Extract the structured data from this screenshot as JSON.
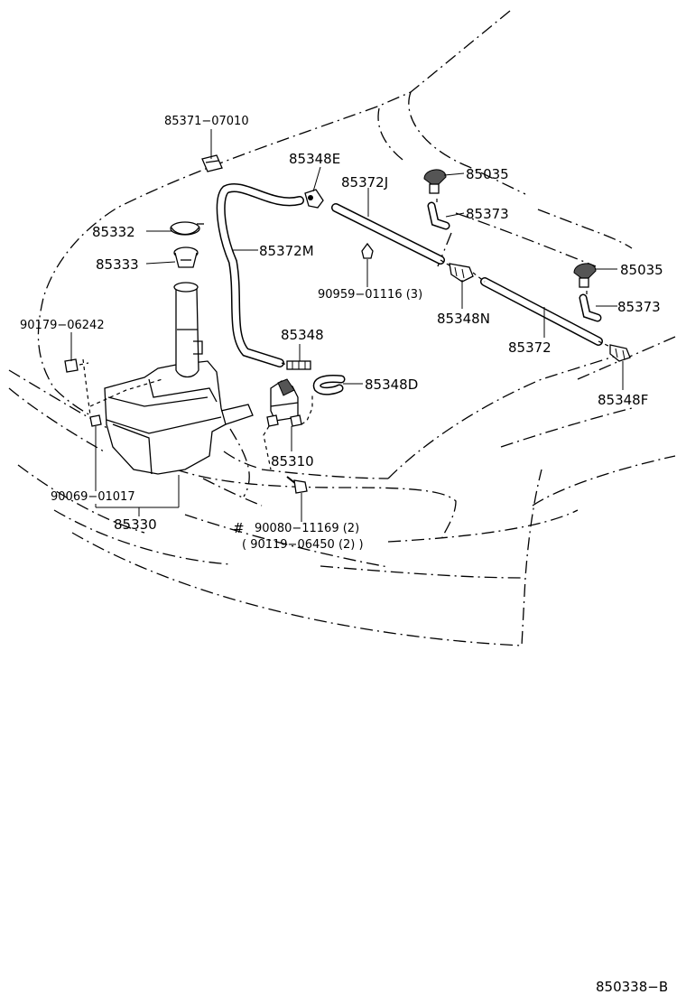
{
  "parts": {
    "p85371_07010": "85371−07010",
    "p85348E": "85348E",
    "p85372J": "85372J",
    "p85035_a": "85035",
    "p85373_a": "85373",
    "p85332": "85332",
    "p85372M": "85372M",
    "p85333": "85333",
    "p90959_01116": "90959−01116 (3)",
    "p85035_b": "85035",
    "p85348N": "85348N",
    "p85373_b": "85373",
    "p90179_06242": "90179−06242",
    "p85348": "85348",
    "p85372": "85372",
    "p85348D": "85348D",
    "p85348F": "85348F",
    "p85310": "85310",
    "p90069_01017": "90069−01017",
    "p85330": "85330",
    "hash_mark": "#",
    "p90080_11169": "90080−11169 (2)",
    "p90119_06450": "( 90119−06450 (2) )"
  },
  "diagram_code": "850338−B"
}
